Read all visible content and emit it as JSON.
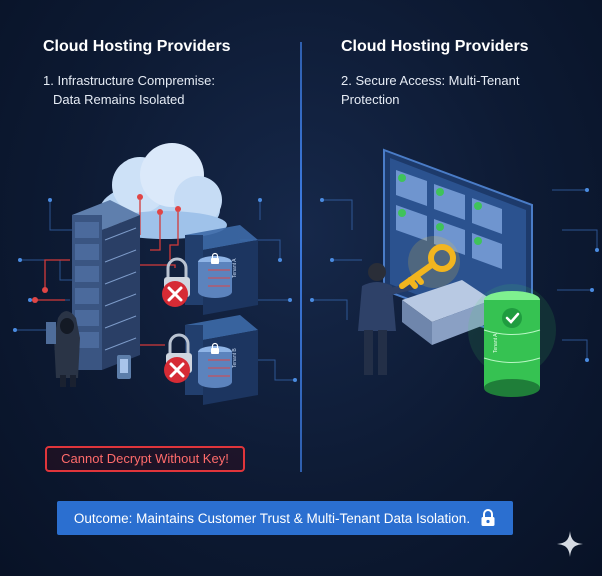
{
  "left": {
    "title": "Cloud Hosting Providers",
    "subtitle_line1": "1. Infrastructure Compremise:",
    "subtitle_line2": "Data Remains Isolated",
    "warning": "Cannot Decrypt Without Key!",
    "tenant_labels": [
      "Tenant A",
      "Tenant B"
    ]
  },
  "right": {
    "title": "Cloud Hosting Providers",
    "subtitle_line1": "2. Secure Access: Multi-Tenant",
    "subtitle_line2": "Protection",
    "tenant_label": "Tenant A"
  },
  "outcome": {
    "text": "Outcome: Maintains Customer Trust & Multi-Tenant Data Isolation."
  },
  "colors": {
    "background": "#0d1a33",
    "divider": "#3d7be0",
    "warning": "#e0353b",
    "outcome_bar": "#2b6fd0",
    "key": "#f2b51e",
    "secure_db": "#3fdc5a"
  },
  "icons": [
    "cloud-icon",
    "server-rack-icon",
    "padlock-icon",
    "x-icon",
    "hooded-attacker-icon",
    "key-icon",
    "checkmark-icon",
    "lock-icon",
    "sparkle-icon"
  ]
}
